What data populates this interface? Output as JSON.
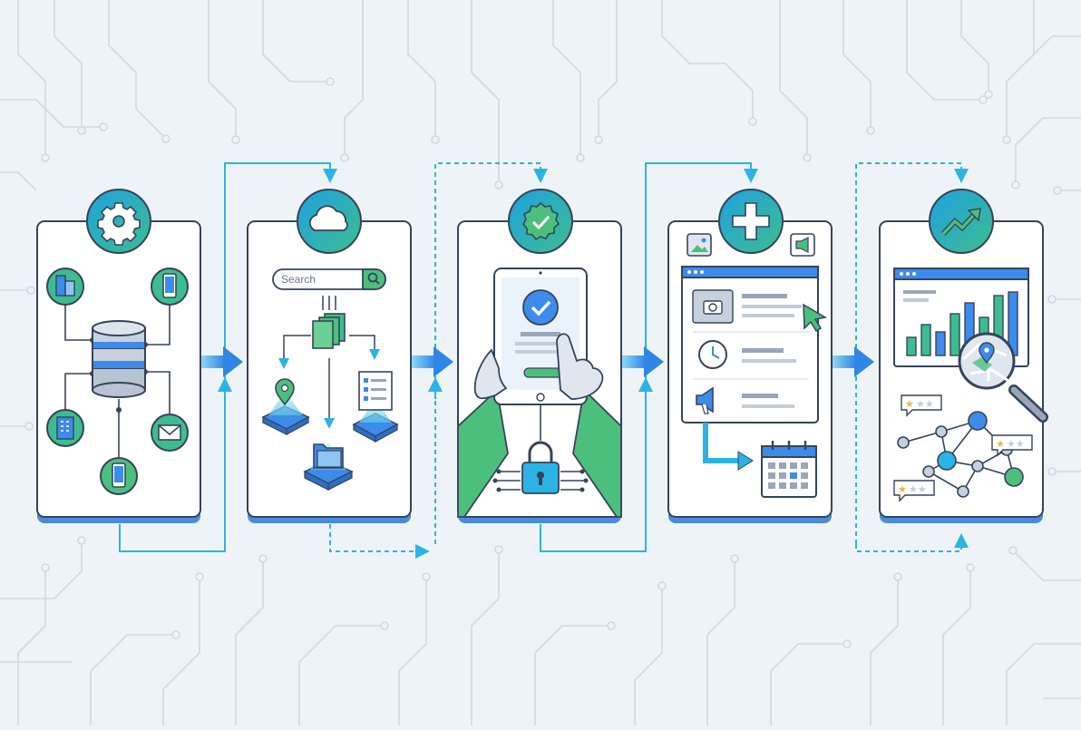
{
  "colors": {
    "background": "#eef3f8",
    "circuit": "#cdd9e4",
    "card_border": "#36445a",
    "card_bottom": "#4a8be0",
    "blue": "#3d8bea",
    "cyan": "#2cb3e6",
    "green": "#4cbf7c",
    "dark": "#2f3b4e",
    "badge_gradient_start": "#1fa1e0",
    "badge_gradient_end": "#3dbd8f"
  },
  "stages": [
    {
      "id": "integrate",
      "badge_icon": "gear-icon"
    },
    {
      "id": "search",
      "badge_icon": "cloud-icon",
      "search_placeholder": "Search"
    },
    {
      "id": "verify",
      "badge_icon": "verified-badge-icon"
    },
    {
      "id": "create",
      "badge_icon": "plus-icon"
    },
    {
      "id": "analyze",
      "badge_icon": "trend-up-icon"
    }
  ],
  "flow": {
    "arrow_icon": "arrow-right-icon",
    "connectors": [
      "solid",
      "dashed",
      "solid",
      "dashed"
    ]
  }
}
